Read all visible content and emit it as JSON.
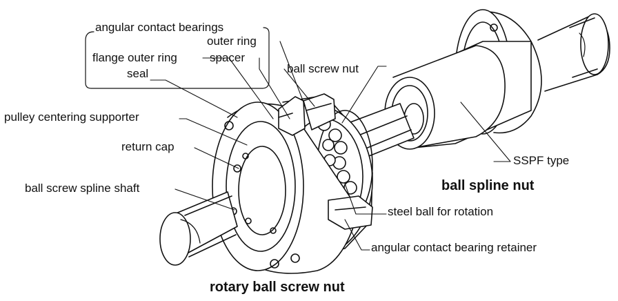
{
  "labels": {
    "angular_contact_bearings": "angular contact bearings",
    "outer_ring": "outer ring",
    "flange_outer_ring": "flange outer ring",
    "spacer": "spacer",
    "seal": "seal",
    "ball_screw_nut": "ball screw nut",
    "pulley_centering_supporter": "pulley centering supporter",
    "return_cap": "return cap",
    "ball_screw_spline_shaft": "ball screw spline shaft",
    "sspf_type": "SSPF type",
    "ball_spline_nut": "ball spline nut",
    "steel_ball_for_rotation": "steel ball for rotation",
    "angular_contact_bearing_retainer": "angular contact bearing retainer",
    "rotary_ball_screw_nut": "rotary ball screw nut"
  }
}
